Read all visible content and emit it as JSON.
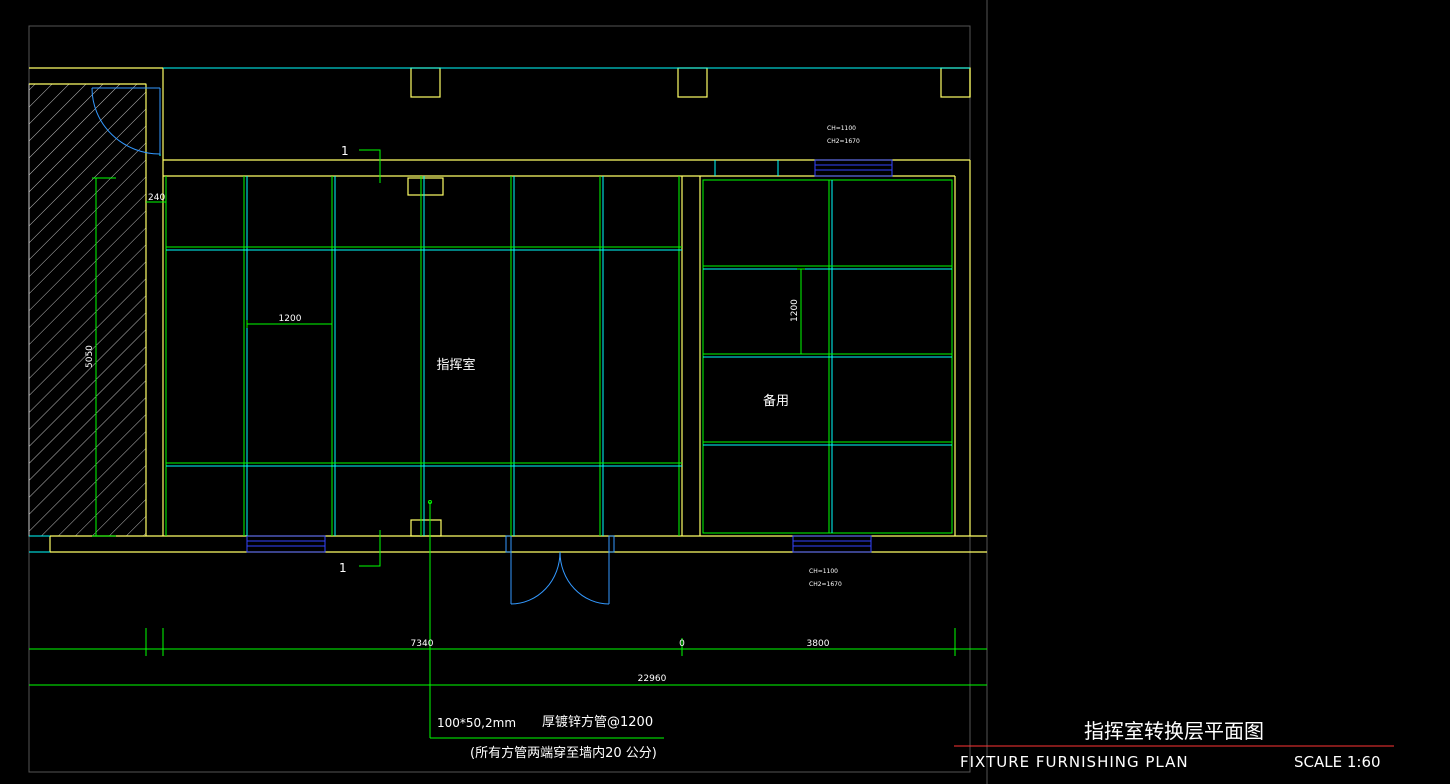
{
  "drawing": {
    "title_cn": "指挥室转换层平面图",
    "title_en": "FIXTURE FURNISHING PLAN",
    "scale": "SCALE 1:60"
  },
  "rooms": {
    "command_room": "指挥室",
    "spare_room": "备用"
  },
  "section_marks": {
    "top": "1",
    "bottom": "1"
  },
  "dimensions": {
    "wall_thickness": "240",
    "height_left": "5050",
    "grid_spacing_h": "1200",
    "grid_spacing_v": "1200",
    "seg_a": "7340",
    "seg_mid": "0",
    "seg_b": "3800",
    "total": "22960"
  },
  "window_tags": {
    "top_line1": "CH=1100",
    "top_line2": "CH2=1670",
    "bottom_line1": "CH=1100",
    "bottom_line2": "CH2=1670"
  },
  "annotation": {
    "spec": "100*50,2mm",
    "material": "厚镀锌方管@1200",
    "note": "(所有方管两端穿至墙内20  公分)"
  },
  "colors": {
    "background": "#000000",
    "wall": "#ffff66",
    "grid": "#00ff00",
    "cyan": "#00ffff",
    "window": "#3344ff",
    "hatch": "#bbbbbb",
    "title_rule": "#ff3333"
  }
}
